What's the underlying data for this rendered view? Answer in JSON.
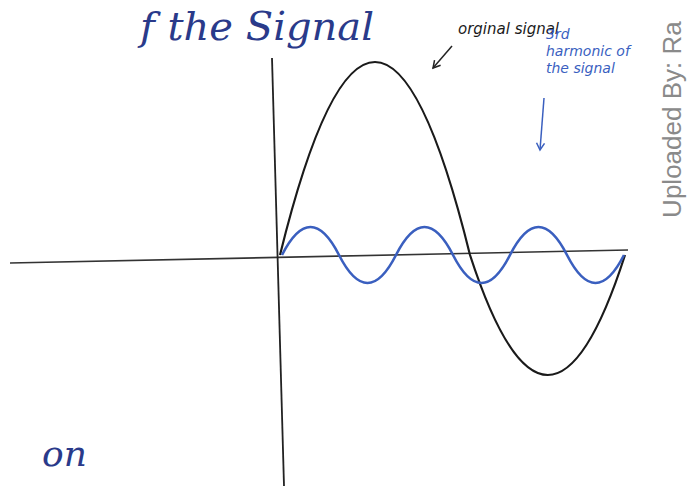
{
  "diagram": {
    "labels": [
      "f the Signal",
      "orginal signal",
      "3rd harmonic of the signal",
      "on",
      "Uploaded By: Ra"
    ]
  }
}
